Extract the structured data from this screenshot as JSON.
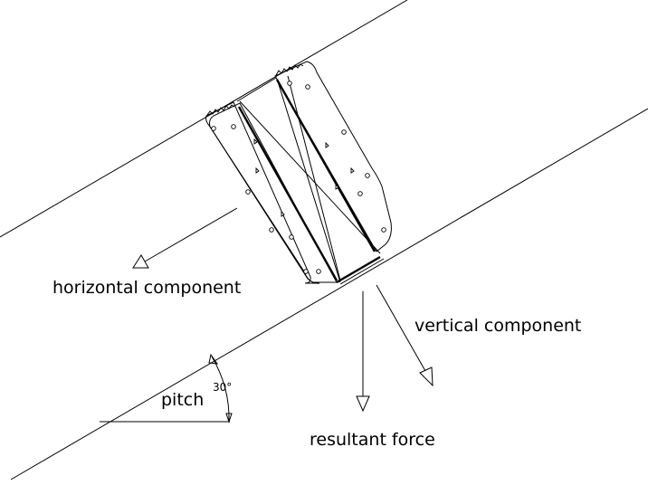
{
  "labels": {
    "horizontal_component": "horizontal component",
    "vertical_component": "vertical component",
    "resultant_force": "resultant force",
    "pitch": "pitch",
    "angle": "30°"
  },
  "colors": {
    "line": "#000000",
    "background": "#ffffff"
  }
}
